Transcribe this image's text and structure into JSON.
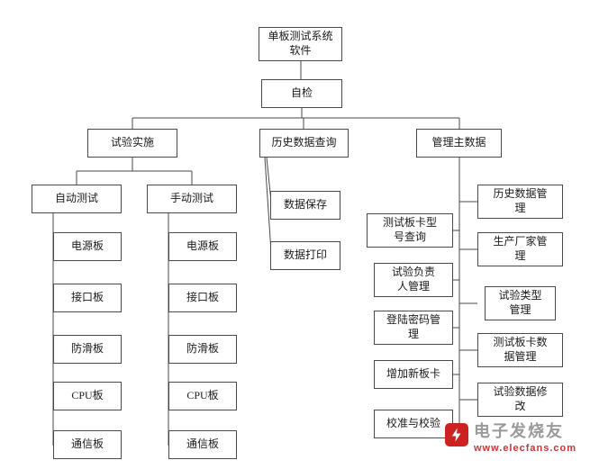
{
  "diagram": {
    "root": "单板测试系统\n软件",
    "self_check": "自检",
    "level2": {
      "test_impl": "试验实施",
      "history_query": "历史数据查询",
      "manage_master": "管理主数据"
    },
    "test_groups": {
      "auto": "自动测试",
      "manual": "手动测试"
    },
    "auto_children": [
      "电源板",
      "接口板",
      "防滑板",
      "CPU板",
      "通信板"
    ],
    "manual_children": [
      "电源板",
      "接口板",
      "防滑板",
      "CPU板",
      "通信板"
    ],
    "history_children": [
      "数据保存",
      "数据打印"
    ],
    "manage_left": [
      "测试板卡型\n号查询",
      "试验负责\n人管理",
      "登陆密码管\n理",
      "增加新板卡",
      "校准与校验"
    ],
    "manage_right": [
      "历史数据管\n理",
      "生产厂家管\n理",
      "试验类型\n管理",
      "测试板卡数\n据管理",
      "试验数据修\n改"
    ]
  },
  "watermark": {
    "icon": "elecfans-logo",
    "brand": "电子发烧友",
    "url": "www.elecfans.com"
  },
  "colors": {
    "border": "#4a4a4a",
    "line": "#4a4a4a",
    "background": "#ffffff",
    "watermark_red": "#cc2222",
    "watermark_gray": "#9a9a9a"
  }
}
